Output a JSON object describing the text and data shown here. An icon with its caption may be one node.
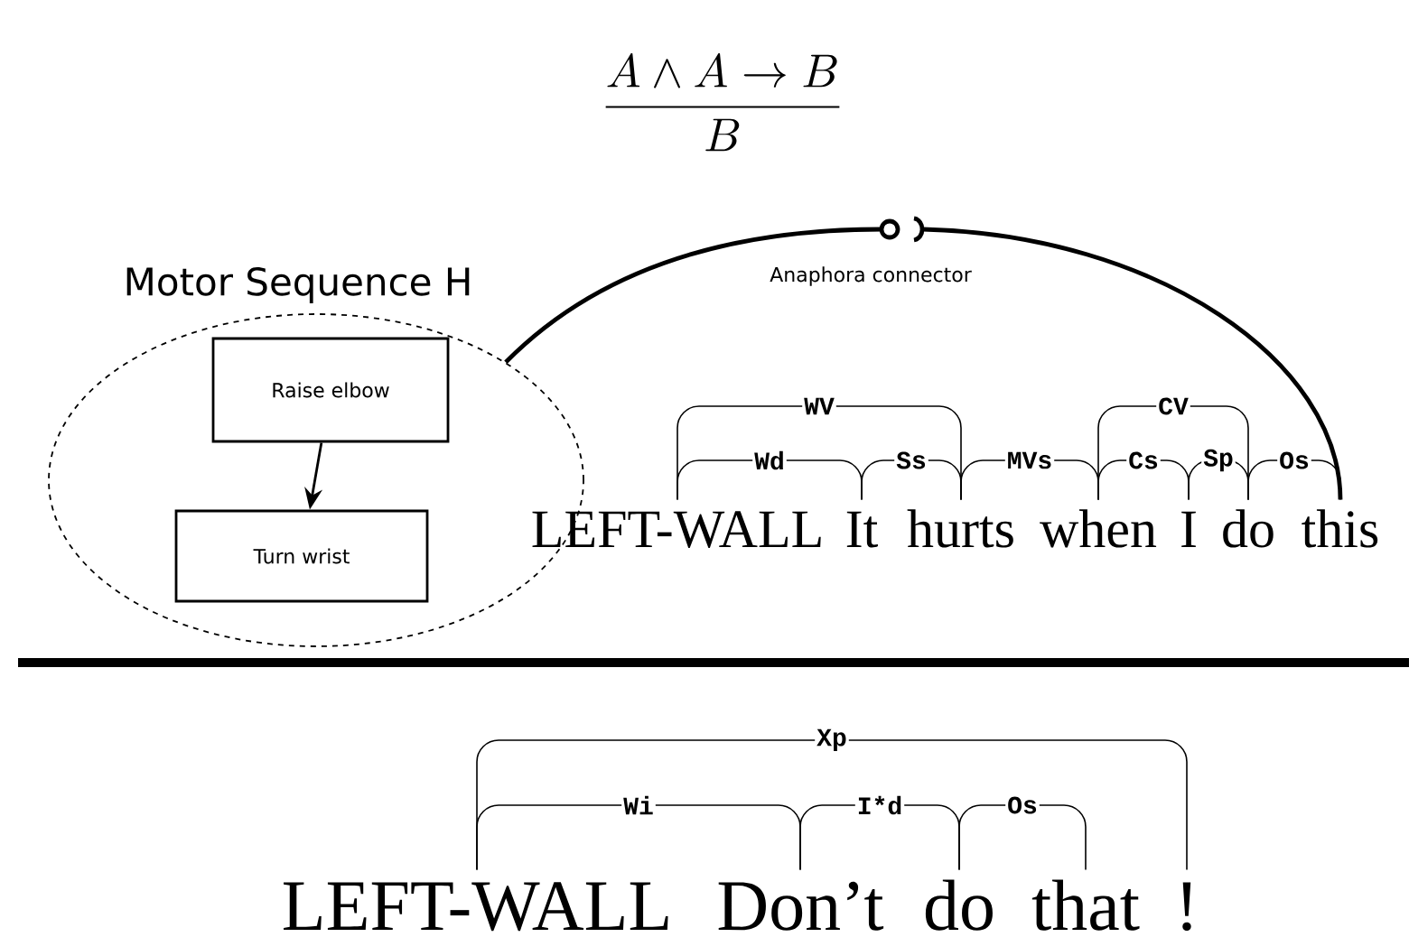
{
  "diagram": {
    "title": "\\frac{A \\land A \\to B}{B}",
    "nodes": [
      {
        "text": [
          "Motor Sequence H"
        ]
      },
      {
        "text": [
          "Raise elbow"
        ],
        "in": 0
      },
      {
        "text": [
          "Turn wrist"
        ],
        "in": 0
      },
      {
        "text": [
          "LEFT-WALL"
        ]
      },
      {
        "text": [
          "It"
        ]
      },
      {
        "text": [
          "hurts"
        ]
      },
      {
        "text": [
          "when"
        ]
      },
      {
        "text": [
          "I"
        ]
      },
      {
        "text": [
          "do"
        ]
      },
      {
        "text": [
          "this"
        ]
      },
      {
        "text": [
          "LEFT-WALL"
        ]
      },
      {
        "text": [
          "Don’t"
        ]
      },
      {
        "text": [
          "do"
        ]
      },
      {
        "text": [
          "that"
        ]
      },
      {
        "text": [
          "!"
        ]
      }
    ],
    "edges": [
      {
        "from": 1,
        "to": 2,
        "arrow": "to"
      },
      {
        "from": 0,
        "to": 9,
        "arrow": "none",
        "label": "Anaphora connector",
        "style": "thick"
      },
      {
        "from": 3,
        "to": 5,
        "arrow": "none",
        "label": "WV"
      },
      {
        "from": 3,
        "to": 4,
        "arrow": "none",
        "label": "Wd"
      },
      {
        "from": 4,
        "to": 5,
        "arrow": "none",
        "label": "Ss"
      },
      {
        "from": 5,
        "to": 6,
        "arrow": "none",
        "label": "MVs"
      },
      {
        "from": 6,
        "to": 8,
        "arrow": "none",
        "label": "CV"
      },
      {
        "from": 6,
        "to": 7,
        "arrow": "none",
        "label": "Cs"
      },
      {
        "from": 7,
        "to": 8,
        "arrow": "none",
        "label": "Sp"
      },
      {
        "from": 8,
        "to": 9,
        "arrow": "none",
        "label": "Os"
      },
      {
        "from": 10,
        "to": 14,
        "arrow": "none",
        "label": "Xp"
      },
      {
        "from": 10,
        "to": 11,
        "arrow": "none",
        "label": "Wi"
      },
      {
        "from": 11,
        "to": 12,
        "arrow": "none",
        "label": "I*d"
      },
      {
        "from": 12,
        "to": 13,
        "arrow": "none",
        "label": "Os"
      }
    ]
  }
}
